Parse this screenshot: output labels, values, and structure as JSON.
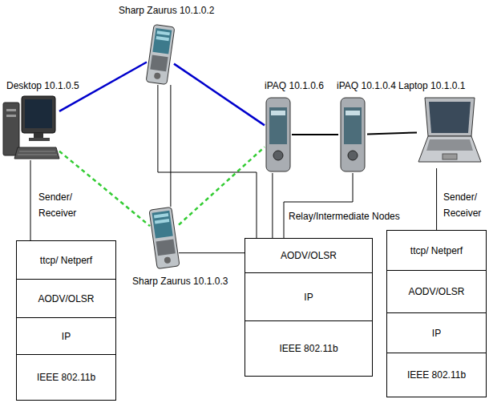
{
  "diagram": {
    "nodes": [
      {
        "text": [
          "Sharp Zaurus 10.1.0.2"
        ]
      },
      {
        "text": [
          "Desktop 10.1.0.5"
        ]
      },
      {
        "text": [
          "iPAQ 10.1.0.6"
        ]
      },
      {
        "text": [
          "iPAQ 10.1.0.4"
        ]
      },
      {
        "text": [
          "Laptop 10.1.0.1"
        ]
      },
      {
        "text": [
          "Sharp Zaurus 10.1.0.3"
        ]
      },
      {
        "text": [
          "ttcp/ Netperf"
        ]
      },
      {
        "text": [
          "AODV/OLSR"
        ]
      },
      {
        "text": [
          "IP"
        ]
      },
      {
        "text": [
          "IEEE 802.11b"
        ]
      },
      {
        "text": [
          "AODV/OLSR"
        ]
      },
      {
        "text": [
          "IP"
        ]
      },
      {
        "text": [
          "IEEE 802.11b"
        ]
      },
      {
        "text": [
          "ttcp/ Netperf"
        ]
      },
      {
        "text": [
          "AODV/OLSR"
        ]
      },
      {
        "text": [
          "IP"
        ]
      },
      {
        "text": [
          "IEEE 802.11b"
        ]
      }
    ],
    "edges": [
      {
        "from": 1,
        "to": 0,
        "arrow": "none"
      },
      {
        "from": 0,
        "to": 2,
        "arrow": "none"
      },
      {
        "from": 1,
        "to": 5,
        "arrow": "none"
      },
      {
        "from": 5,
        "to": 2,
        "arrow": "none"
      },
      {
        "from": 2,
        "to": 3,
        "arrow": "none"
      },
      {
        "from": 3,
        "to": 4,
        "arrow": "none"
      },
      {
        "from": 0,
        "to": 5,
        "arrow": "none"
      },
      {
        "from": 1,
        "to": 6,
        "arrow": "none"
      },
      {
        "from": 0,
        "to": 10,
        "arrow": "none"
      },
      {
        "from": 5,
        "to": 10,
        "arrow": "none"
      },
      {
        "from": 2,
        "to": 10,
        "arrow": "none"
      },
      {
        "from": 3,
        "to": 10,
        "arrow": "none"
      },
      {
        "from": 4,
        "to": 13,
        "arrow": "none"
      }
    ],
    "labels": [
      "Sender/ Receiver",
      "Relay/Intermediate Nodes",
      "Sender/ Receiver"
    ]
  }
}
